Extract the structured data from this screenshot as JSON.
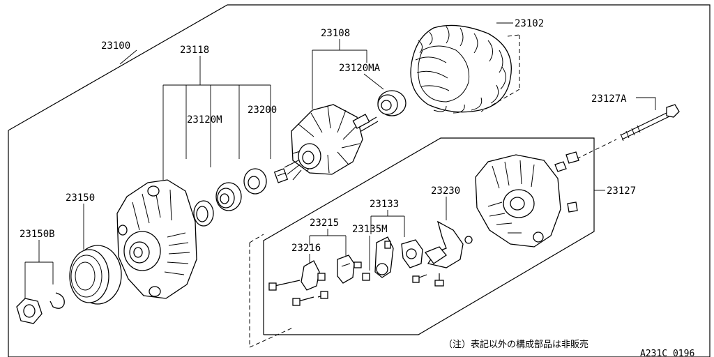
{
  "diagram": {
    "labels": {
      "p23100": "23100",
      "p23118": "23118",
      "p23108": "23108",
      "p23102": "23102",
      "p23120MA": "23120MA",
      "p23120M": "23120M",
      "p23200": "23200",
      "p23127A": "23127A",
      "p23127": "23127",
      "p23150": "23150",
      "p23150B": "23150B",
      "p23133": "23133",
      "p23230": "23230",
      "p23215": "23215",
      "p23135M": "23135M",
      "p23216": "23216"
    },
    "note": "（注）表記以外の構成部品は非販売",
    "drawing_code": "A231C 0196"
  }
}
